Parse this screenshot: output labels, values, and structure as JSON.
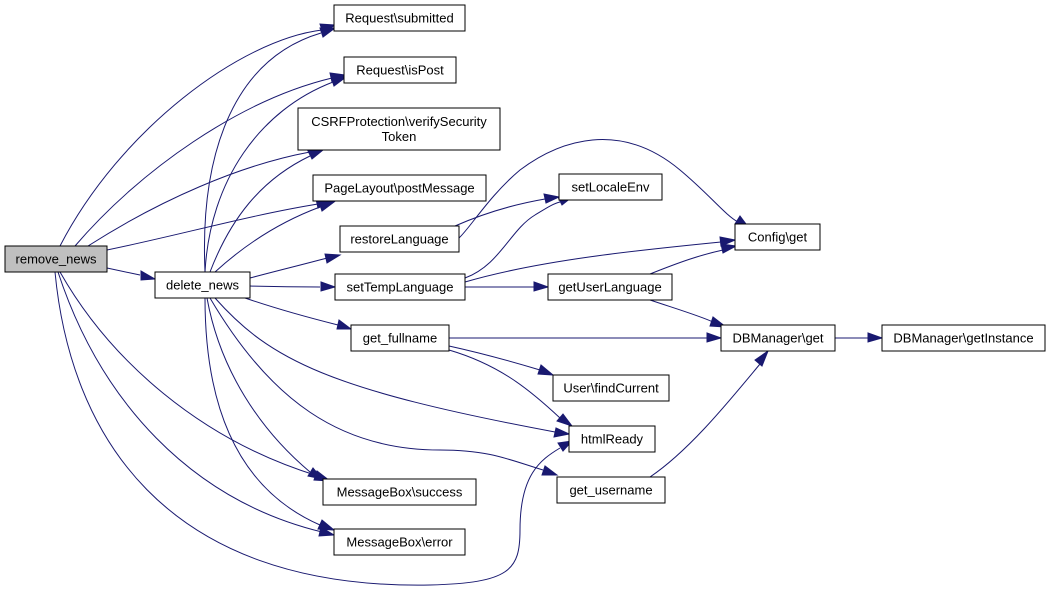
{
  "colors": {
    "edge": "#191970",
    "node_border": "#000000",
    "node_fill": "#ffffff",
    "root_fill": "#bfbfbf"
  },
  "nodes": {
    "remove_news": {
      "lines": [
        "remove_news"
      ]
    },
    "delete_news": {
      "lines": [
        "delete_news"
      ]
    },
    "request_submitted": {
      "lines": [
        "Request\\submitted"
      ]
    },
    "request_ispost": {
      "lines": [
        "Request\\isPost"
      ]
    },
    "csrf_verify": {
      "lines": [
        "CSRFProtection\\verifySecurity",
        "Token"
      ]
    },
    "pagelayout_postmessage": {
      "lines": [
        "PageLayout\\postMessage"
      ]
    },
    "restore_language": {
      "lines": [
        "restoreLanguage"
      ]
    },
    "set_temp_language": {
      "lines": [
        "setTempLanguage"
      ]
    },
    "get_fullname": {
      "lines": [
        "get_fullname"
      ]
    },
    "messagebox_success": {
      "lines": [
        "MessageBox\\success"
      ]
    },
    "messagebox_error": {
      "lines": [
        "MessageBox\\error"
      ]
    },
    "set_locale_env": {
      "lines": [
        "setLocaleEnv"
      ]
    },
    "get_user_language": {
      "lines": [
        "getUserLanguage"
      ]
    },
    "user_findcurrent": {
      "lines": [
        "User\\findCurrent"
      ]
    },
    "html_ready": {
      "lines": [
        "htmlReady"
      ]
    },
    "get_username": {
      "lines": [
        "get_username"
      ]
    },
    "config_get": {
      "lines": [
        "Config\\get"
      ]
    },
    "dbmanager_get": {
      "lines": [
        "DBManager\\get"
      ]
    },
    "dbmanager_getinstance": {
      "lines": [
        "DBManager\\getInstance"
      ]
    }
  },
  "edges": [
    {
      "from": "remove_news",
      "to": "delete_news"
    },
    {
      "from": "remove_news",
      "to": "request_submitted"
    },
    {
      "from": "remove_news",
      "to": "request_ispost"
    },
    {
      "from": "remove_news",
      "to": "csrf_verify"
    },
    {
      "from": "remove_news",
      "to": "pagelayout_postmessage"
    },
    {
      "from": "remove_news",
      "to": "messagebox_success"
    },
    {
      "from": "remove_news",
      "to": "messagebox_error"
    },
    {
      "from": "remove_news",
      "to": "html_ready"
    },
    {
      "from": "delete_news",
      "to": "request_submitted"
    },
    {
      "from": "delete_news",
      "to": "request_ispost"
    },
    {
      "from": "delete_news",
      "to": "csrf_verify"
    },
    {
      "from": "delete_news",
      "to": "pagelayout_postmessage"
    },
    {
      "from": "delete_news",
      "to": "restore_language"
    },
    {
      "from": "delete_news",
      "to": "set_temp_language"
    },
    {
      "from": "delete_news",
      "to": "get_fullname"
    },
    {
      "from": "delete_news",
      "to": "html_ready"
    },
    {
      "from": "delete_news",
      "to": "get_username"
    },
    {
      "from": "delete_news",
      "to": "messagebox_success"
    },
    {
      "from": "delete_news",
      "to": "messagebox_error"
    },
    {
      "from": "restore_language",
      "to": "set_locale_env"
    },
    {
      "from": "restore_language",
      "to": "config_get"
    },
    {
      "from": "set_temp_language",
      "to": "set_locale_env"
    },
    {
      "from": "set_temp_language",
      "to": "config_get"
    },
    {
      "from": "set_temp_language",
      "to": "get_user_language"
    },
    {
      "from": "get_user_language",
      "to": "config_get"
    },
    {
      "from": "get_user_language",
      "to": "dbmanager_get"
    },
    {
      "from": "get_fullname",
      "to": "dbmanager_get"
    },
    {
      "from": "get_fullname",
      "to": "user_findcurrent"
    },
    {
      "from": "get_fullname",
      "to": "html_ready"
    },
    {
      "from": "get_username",
      "to": "dbmanager_get"
    },
    {
      "from": "dbmanager_get",
      "to": "dbmanager_getinstance"
    }
  ]
}
